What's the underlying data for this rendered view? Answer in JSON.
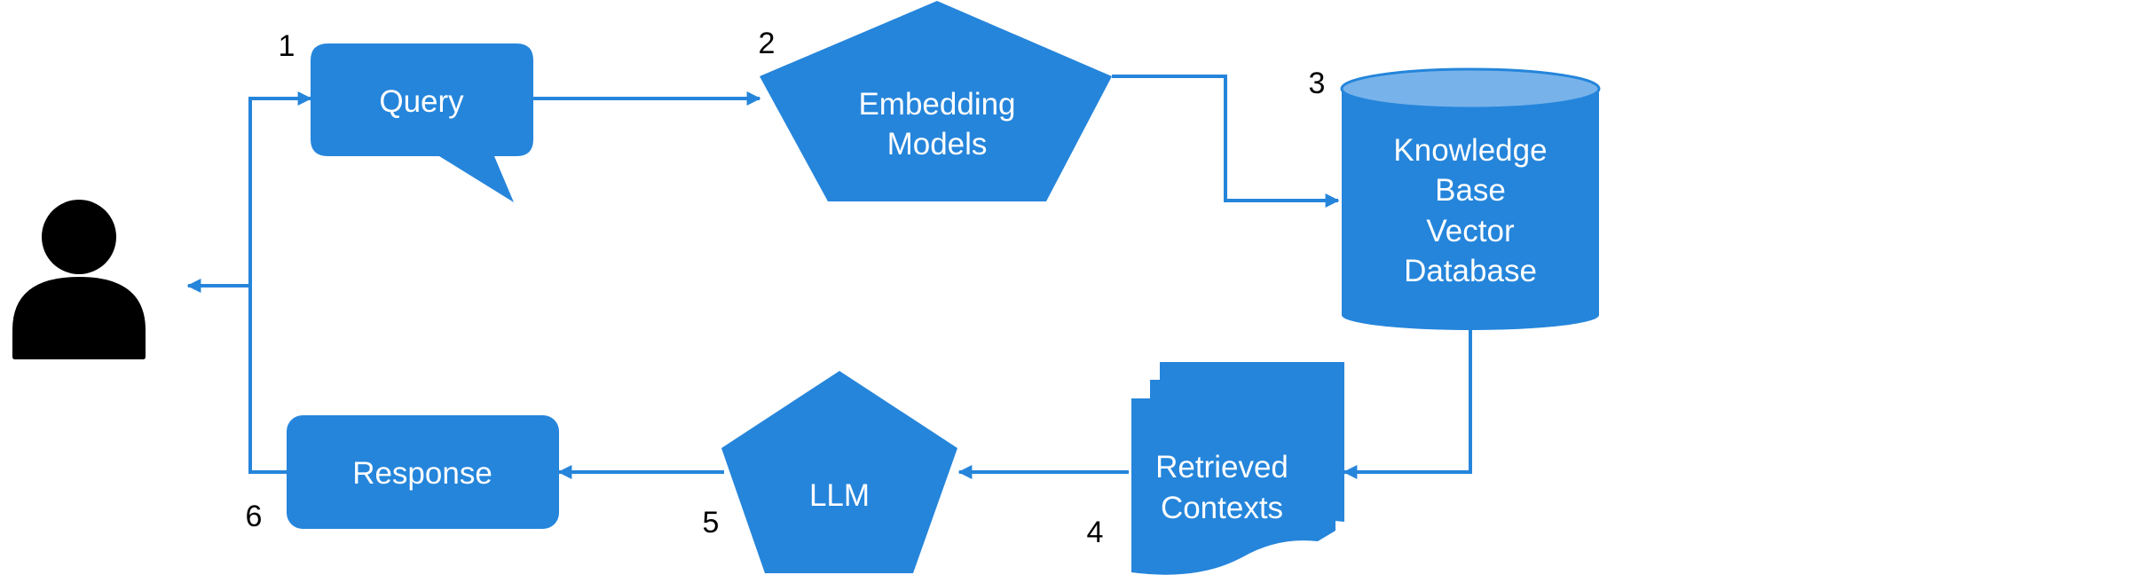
{
  "colors": {
    "shape_fill": "#2585DB",
    "cylinder_top": "#77B3EA",
    "arrow": "#2585DB",
    "text_on_shape": "#FFFFFF",
    "person": "#000000"
  },
  "nodes": {
    "user": {
      "icon": "person-icon"
    },
    "query": {
      "label": "Query",
      "step": "1"
    },
    "embedding": {
      "line1": "Embedding",
      "line2": "Models",
      "step": "2"
    },
    "knowledge_base": {
      "line1": "Knowledge",
      "line2": "Base",
      "line3": "Vector",
      "line4": "Database",
      "step": "3"
    },
    "retrieved": {
      "line1": "Retrieved",
      "line2": "Contexts",
      "step": "4"
    },
    "llm": {
      "label": "LLM",
      "step": "5"
    },
    "response": {
      "label": "Response",
      "step": "6"
    }
  }
}
